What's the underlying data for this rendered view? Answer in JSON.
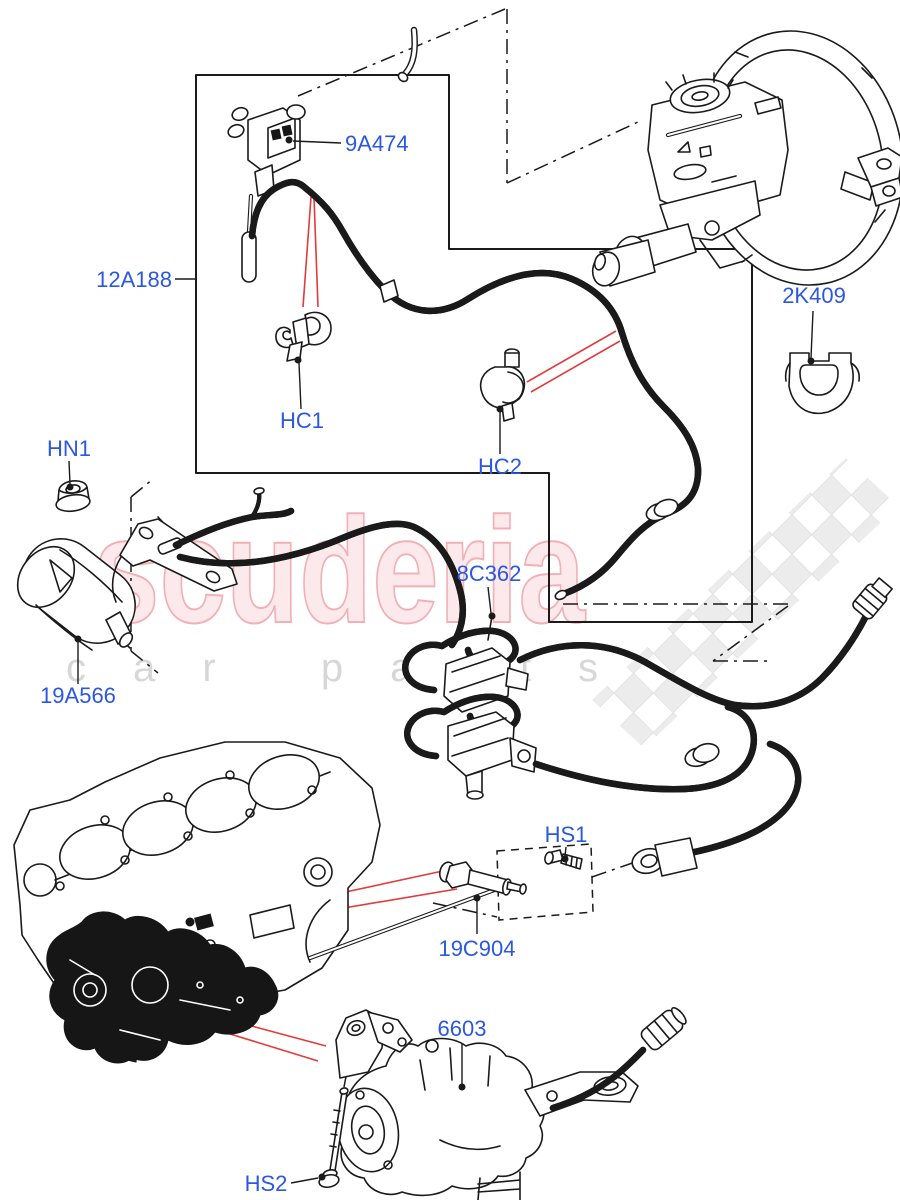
{
  "diagram": {
    "description_domain": "parts-diagram",
    "labels": [
      {
        "id": "9A474"
      },
      {
        "id": "12A188"
      },
      {
        "id": "2K409"
      },
      {
        "id": "HC1"
      },
      {
        "id": "HC2"
      },
      {
        "id": "HN1"
      },
      {
        "id": "19A566"
      },
      {
        "id": "8C362"
      },
      {
        "id": "HS1"
      },
      {
        "id": "19C904"
      },
      {
        "id": "6603"
      },
      {
        "id": "HS2"
      }
    ],
    "watermark": {
      "line1": "scuderia",
      "line2": "car parts"
    },
    "colors": {
      "label": "#2b57e2",
      "leader_red": "#e23b3b",
      "line": "#1a1a1a",
      "wm_fill": "#fbe9eb",
      "wm_stroke": "#f2afb6",
      "wm_gray": "#d7d7d7"
    }
  }
}
